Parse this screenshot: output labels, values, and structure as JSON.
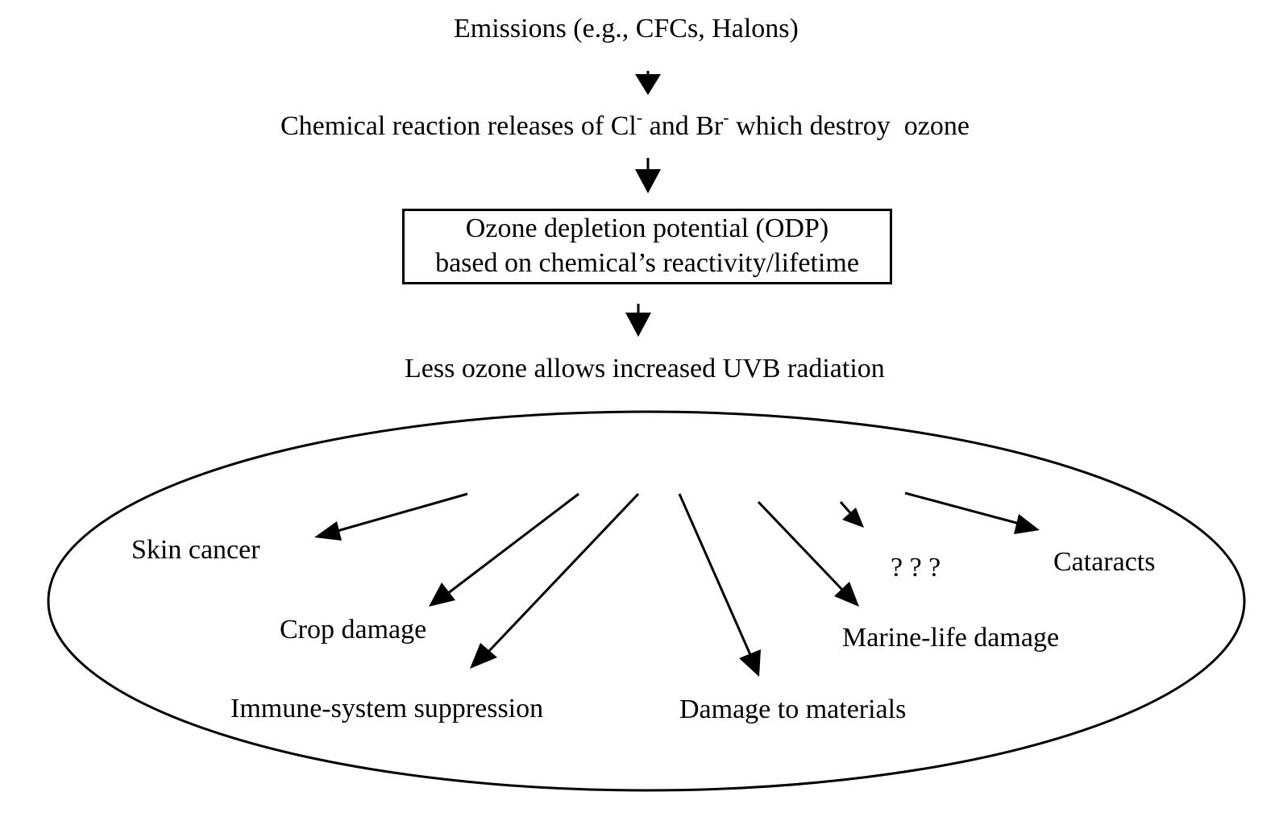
{
  "flow": {
    "emissions": "Emissions (e.g., CFCs, Halons)",
    "reaction": {
      "part1": "Chemical reaction releases of Cl",
      "sup1": "-",
      "part2": " and Br",
      "sup2": "-",
      "part3": " which destroy  ozone"
    },
    "odp_box": {
      "line1": "Ozone depletion potential (ODP)",
      "line2": "based on chemical’s reactivity/lifetime"
    },
    "less_ozone": "Less ozone allows increased UVB radiation"
  },
  "effects": {
    "skin_cancer": "Skin cancer",
    "crop_damage": "Crop damage",
    "immune": "Immune-system suppression",
    "materials": "Damage to materials",
    "marine": "Marine-life damage",
    "unknown": "? ? ?",
    "cataracts": "Cataracts"
  },
  "colors": {
    "ink": "#000000",
    "background": "#ffffff"
  }
}
